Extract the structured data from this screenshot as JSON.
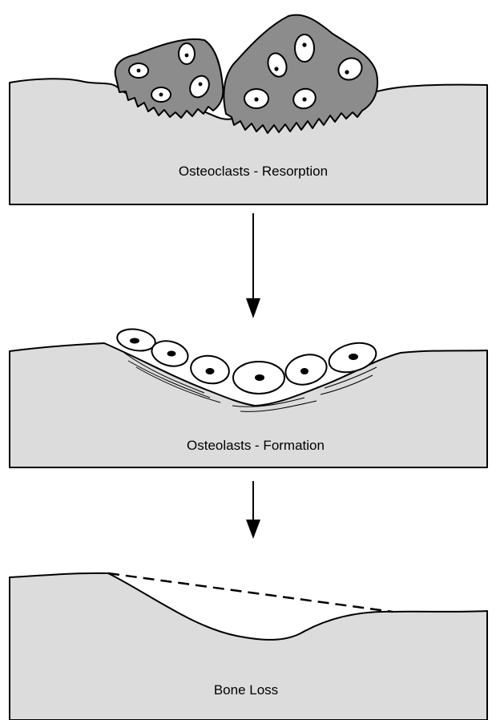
{
  "panels": [
    {
      "label": "Osteoclasts - Resorption"
    },
    {
      "label": "Osteolasts - Formation"
    },
    {
      "label": "Bone Loss"
    }
  ],
  "colors": {
    "bone_fill": "#dcdcdc",
    "osteoclast_fill": "#8c8c8c",
    "cell_fill": "#ffffff",
    "outline": "#000000"
  }
}
